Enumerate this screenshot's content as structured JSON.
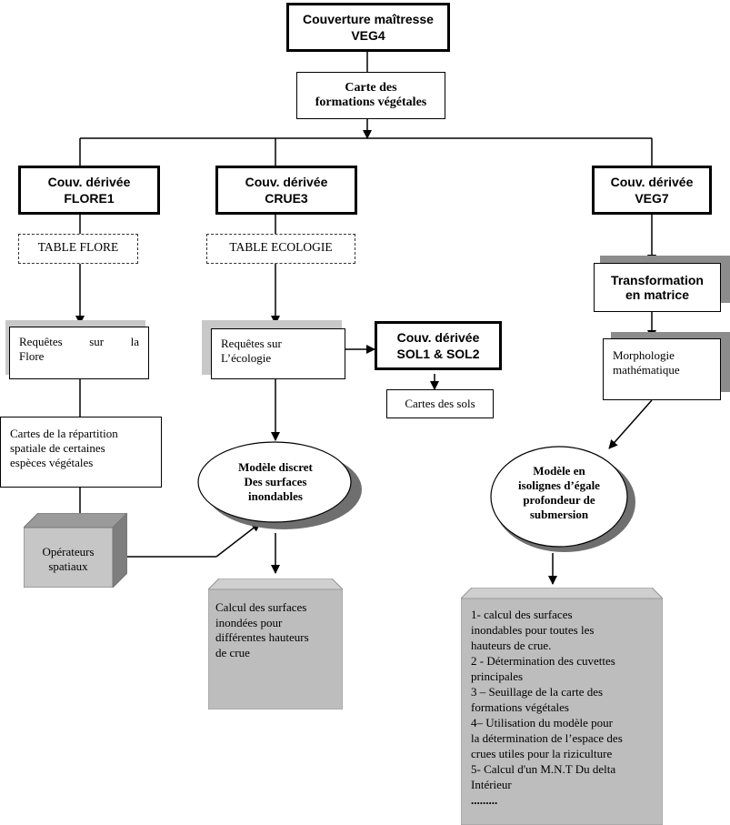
{
  "root": {
    "line1": "Couverture maîtresse",
    "line2": "VEG4"
  },
  "carte_formations": {
    "line1": "Carte des",
    "line2": "formations végétales"
  },
  "flore1": {
    "line1": "Couv. dérivée",
    "line2": "FLORE1"
  },
  "crue3": {
    "line1": "Couv. dérivée",
    "line2": "CRUE3"
  },
  "veg7": {
    "line1": "Couv. dérivée",
    "line2": "VEG7"
  },
  "sol": {
    "line1": "Couv. dérivée",
    "line2": "SOL1 & SOL2"
  },
  "table_flore": "TABLE FLORE",
  "table_ecologie": "TABLE ECOLOGIE",
  "requetes_flore": {
    "line1_left": "Requêtes",
    "line1_mid": "sur",
    "line1_right": "la",
    "line2": "Flore"
  },
  "requetes_ecologie": {
    "line1": "Requêtes sur",
    "line2": "L’écologie"
  },
  "cartes_sols": "Cartes des sols",
  "transformation": {
    "line1": "Transformation",
    "line2": "en matrice"
  },
  "morphologie": {
    "line1": "Morphologie",
    "line2": "mathématique"
  },
  "cartes_repartition": {
    "line1": "Cartes de la répartition",
    "line2": "spatiale de certaines",
    "line3": "espèces végétales"
  },
  "operateurs": {
    "line1": "Opérateurs",
    "line2": "spatiaux"
  },
  "modele_discret": {
    "line1": "Modèle discret",
    "line2": "Des surfaces",
    "line3": "inondables"
  },
  "modele_isolignes": {
    "line1": "Modèle en",
    "line2": "isolignes d’égale",
    "line3": "profondeur de",
    "line4": "submersion"
  },
  "calcul_surfaces": {
    "line1": "Calcul des surfaces",
    "line2": "inondées pour",
    "line3": "différentes hauteurs",
    "line4": "de crue"
  },
  "liste_resultats": {
    "l1": "1- calcul des surfaces",
    "l2": "inondables pour toutes les",
    "l3": "hauteurs de crue.",
    "l4": "2 - Détermination des cuvettes",
    "l5": "principales",
    "l6": "3 – Seuillage de la carte des",
    "l7": "formations végétales",
    "l8": "4– Utilisation du modèle pour",
    "l9": "la détermination de l’espace des",
    "l10": "crues utiles pour la riziculture",
    "l11": "5- Calcul d'un M.N.T Du delta",
    "l12": "Intérieur",
    "l13": "........."
  }
}
